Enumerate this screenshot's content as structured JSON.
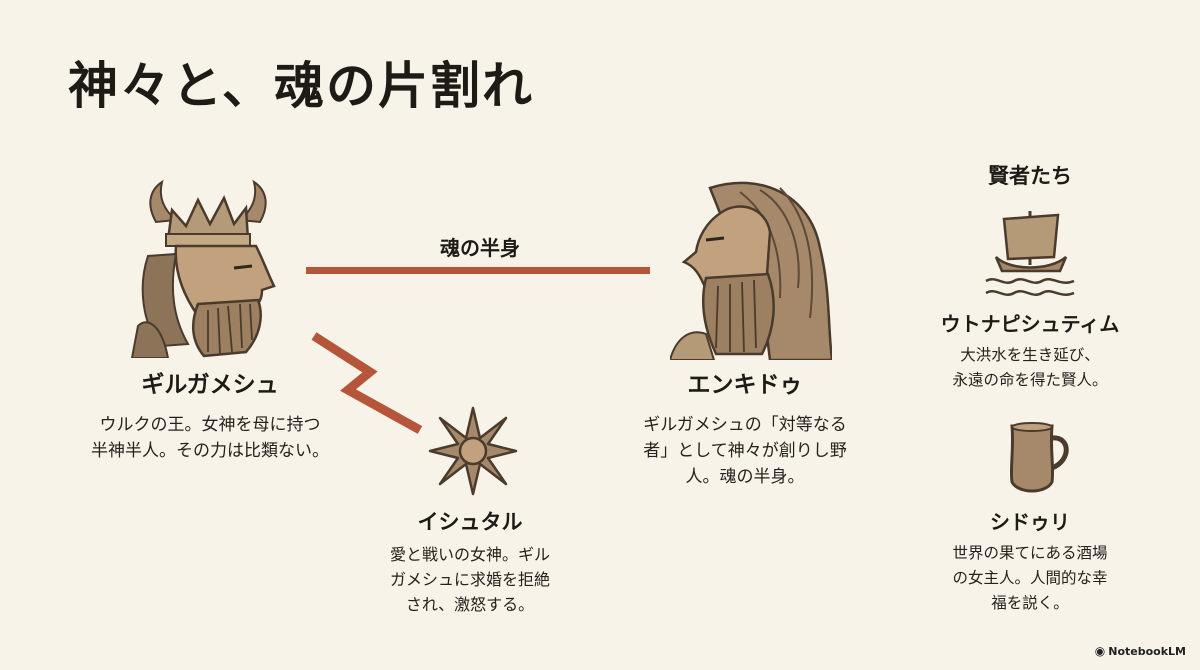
{
  "title": "神々と、魂の片割れ",
  "link_label": "魂の半身",
  "gilgamesh": {
    "name": "ギルガメシュ",
    "desc": [
      "ウルクの王。女神を母に持つ",
      "半神半人。その力は比類ない。"
    ]
  },
  "enkidu": {
    "name": "エンキドゥ",
    "desc": [
      "ギルガメシュの「対等なる",
      "者」として神々が創りし野",
      "人。魂の半身。"
    ]
  },
  "ishtar": {
    "name": "イシュタル",
    "desc": [
      "愛と戦いの女神。ギル",
      "ガメシュに求婚を拒絶",
      "され、激怒する。"
    ]
  },
  "sages": {
    "heading": "賢者たち",
    "utnapishtim": {
      "name": "ウトナピシュティム",
      "desc": [
        "大洪水を生き延び、",
        "永遠の命を得た賢人。"
      ]
    },
    "siduri": {
      "name": "シドゥリ",
      "desc": [
        "世界の果てにある酒場",
        "の女主人。人間的な幸",
        "福を説く。"
      ]
    }
  },
  "footer": "NotebookLM",
  "colors": {
    "background": "#f7f3e8",
    "connector": "#b5553a",
    "figure": "#a6896a"
  }
}
